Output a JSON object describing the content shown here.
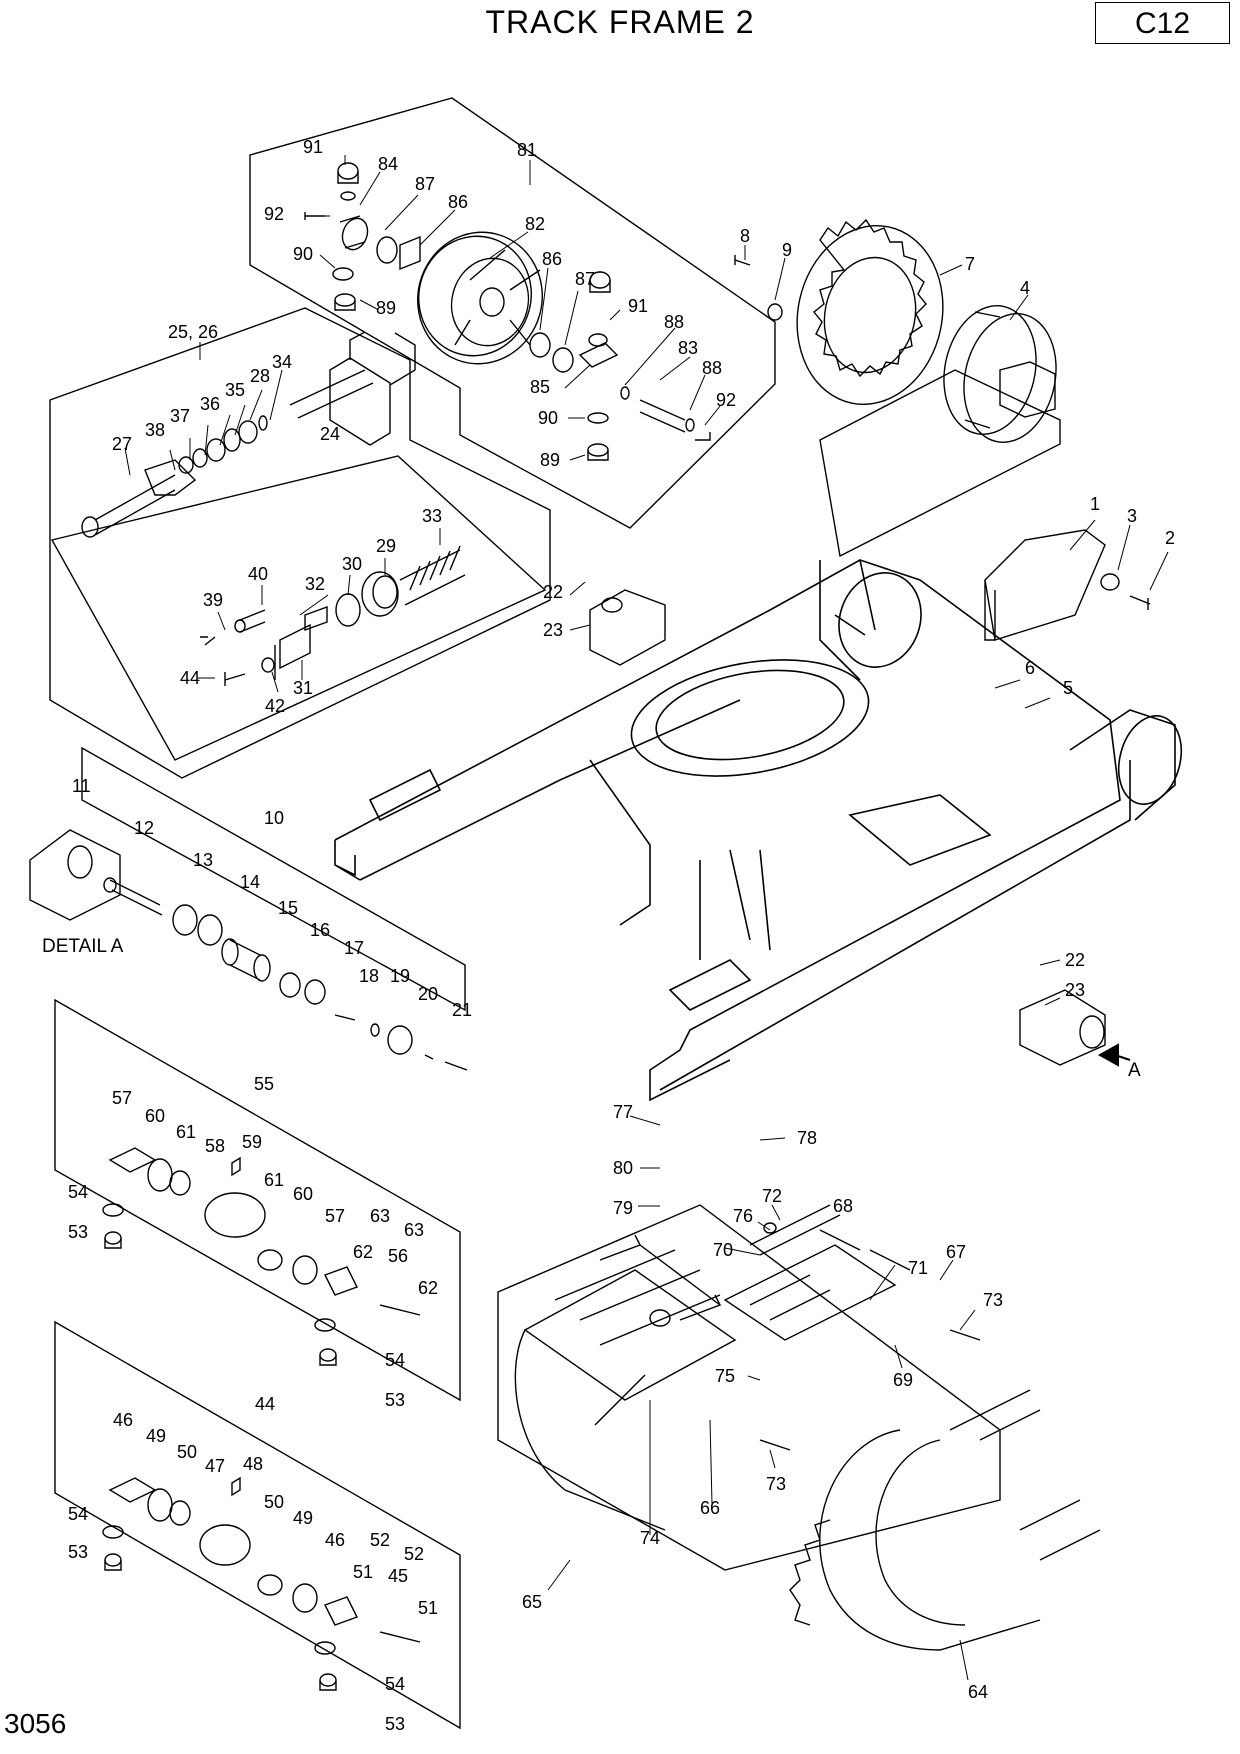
{
  "header": {
    "title": "TRACK FRAME 2",
    "section_code": "C12",
    "page_number": "3056"
  },
  "detail_label": "DETAIL A",
  "arrow_label": "A",
  "callouts": [
    "91",
    "84",
    "87",
    "86",
    "92",
    "82",
    "90",
    "86",
    "87",
    "89",
    "91",
    "8",
    "9",
    "7",
    "4",
    "88",
    "83",
    "88",
    "85",
    "92",
    "90",
    "89",
    "81",
    "25, 26",
    "34",
    "28",
    "35",
    "36",
    "37",
    "38",
    "27",
    "24",
    "33",
    "29",
    "30",
    "40",
    "32",
    "39",
    "44",
    "42",
    "31",
    "1",
    "3",
    "2",
    "22",
    "23",
    "6",
    "5",
    "11",
    "12",
    "10",
    "13",
    "14",
    "15",
    "16",
    "17",
    "18",
    "19",
    "20",
    "21",
    "22",
    "23",
    "57",
    "60",
    "61",
    "58",
    "59",
    "55",
    "61",
    "60",
    "57",
    "63",
    "63",
    "62",
    "56",
    "62",
    "54",
    "53",
    "54",
    "53",
    "77",
    "78",
    "80",
    "79",
    "72",
    "68",
    "76",
    "70",
    "71",
    "67",
    "73",
    "69",
    "75",
    "73",
    "66",
    "74",
    "65",
    "46",
    "49",
    "50",
    "47",
    "48",
    "44",
    "50",
    "49",
    "46",
    "52",
    "52",
    "51",
    "45",
    "51",
    "54",
    "53",
    "54",
    "53",
    "64"
  ]
}
